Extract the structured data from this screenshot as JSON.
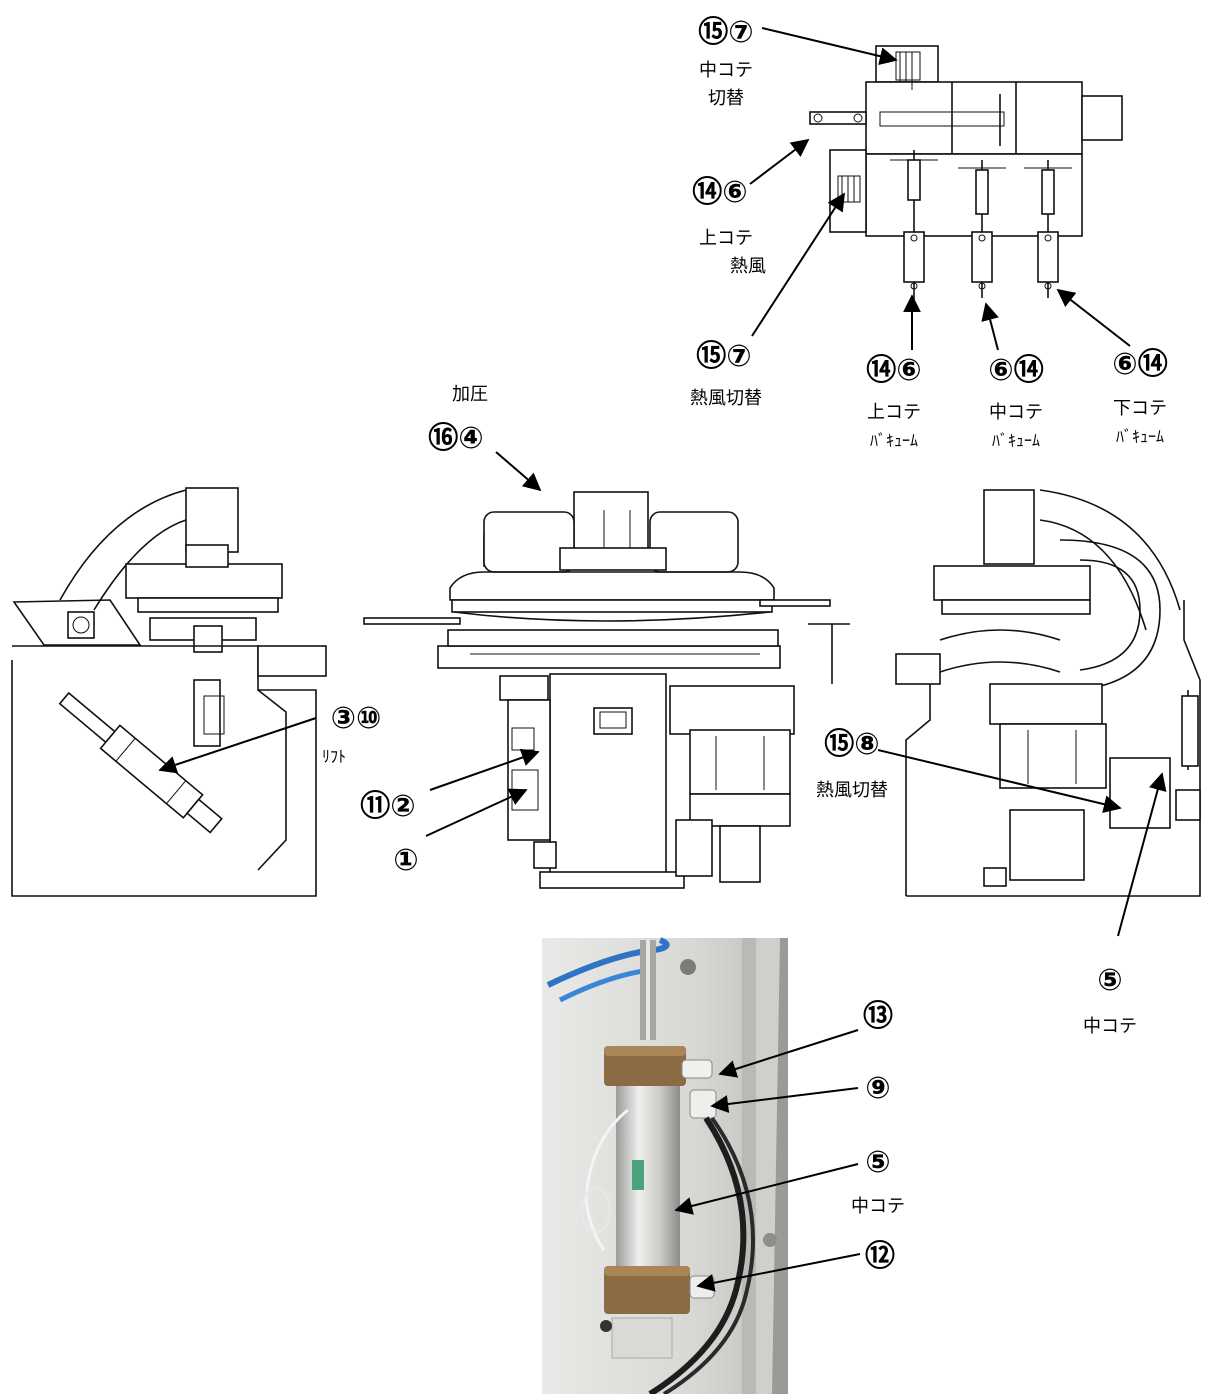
{
  "callouts": [
    {
      "id": "top-mid-iron-switch",
      "marker": "⑮⑦",
      "lines": [
        "中コテ",
        "切替"
      ]
    },
    {
      "id": "top-upper-iron-hot-air",
      "marker": "⑭⑥",
      "lines": [
        "上コテ",
        "熱風"
      ]
    },
    {
      "id": "top-hot-air-switch",
      "marker": "⑮⑦",
      "lines": [
        "熱風切替"
      ]
    },
    {
      "id": "top-upper-iron-vacuum",
      "marker": "⑭⑥",
      "lines": [
        "上コテ",
        "ﾊﾞｷｭｰﾑ"
      ]
    },
    {
      "id": "top-mid-iron-vacuum",
      "marker": "⑥⑭",
      "lines": [
        "中コテ",
        "ﾊﾞｷｭｰﾑ"
      ]
    },
    {
      "id": "top-lower-iron-vacuum",
      "marker": "⑥⑭",
      "lines": [
        "下コテ",
        "ﾊﾞｷｭｰﾑ"
      ]
    },
    {
      "id": "front-pressure",
      "marker": "⑯④",
      "lines": [
        "加圧"
      ]
    },
    {
      "id": "left-lift",
      "marker": "③⑩",
      "lines": [
        "ﾘﾌﾄ"
      ]
    },
    {
      "id": "front-valve-upper",
      "marker": "⑪②",
      "lines": []
    },
    {
      "id": "front-valve-lower",
      "marker": "①",
      "lines": []
    },
    {
      "id": "right-hot-air-switch",
      "marker": "⑮⑧",
      "lines": [
        "熱風切替"
      ]
    },
    {
      "id": "right-mid-iron",
      "marker": "⑤",
      "lines": [
        "中コテ"
      ]
    },
    {
      "id": "photo-fitting-top",
      "marker": "⑬",
      "lines": []
    },
    {
      "id": "photo-fitting-second",
      "marker": "⑨",
      "lines": []
    },
    {
      "id": "photo-mid-iron-cylinder",
      "marker": "⑤",
      "lines": [
        "中コテ"
      ]
    },
    {
      "id": "photo-fitting-bottom",
      "marker": "⑫",
      "lines": []
    }
  ]
}
